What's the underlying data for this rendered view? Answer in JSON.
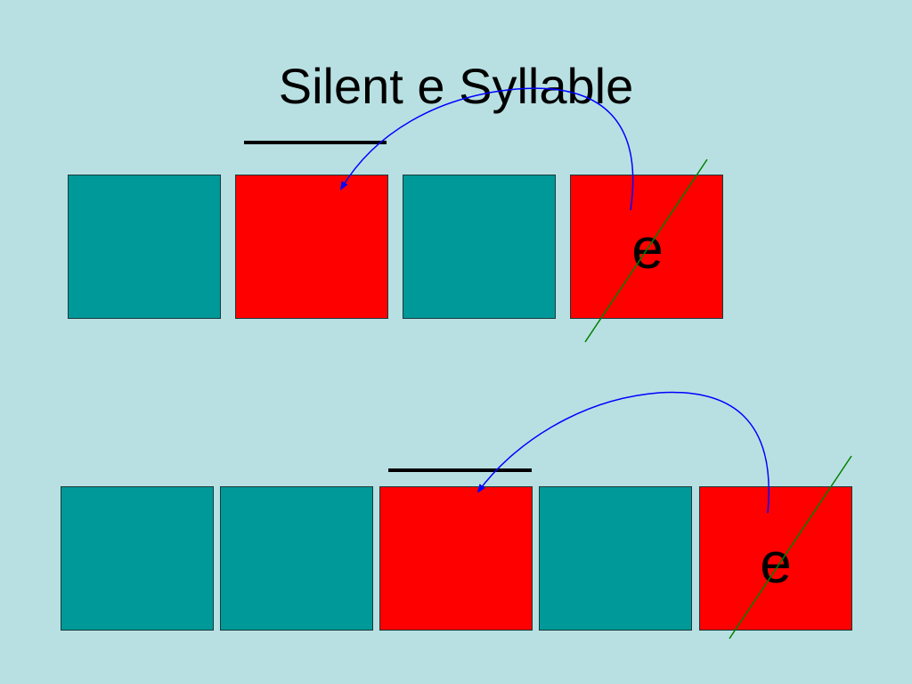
{
  "title": "Silent e Syllable",
  "colors": {
    "background": "#b8e0e2",
    "consonant": "#009999",
    "vowel": "#ff0000",
    "arrow": "#0000ff",
    "strike": "#008000",
    "macron": "#000000"
  },
  "rows": [
    {
      "boxes": [
        {
          "kind": "consonant",
          "letter": ""
        },
        {
          "kind": "vowel",
          "letter": ""
        },
        {
          "kind": "consonant",
          "letter": ""
        },
        {
          "kind": "vowel",
          "letter": "e"
        }
      ]
    },
    {
      "boxes": [
        {
          "kind": "consonant",
          "letter": ""
        },
        {
          "kind": "consonant",
          "letter": ""
        },
        {
          "kind": "vowel",
          "letter": ""
        },
        {
          "kind": "consonant",
          "letter": ""
        },
        {
          "kind": "vowel",
          "letter": "e"
        }
      ]
    }
  ]
}
